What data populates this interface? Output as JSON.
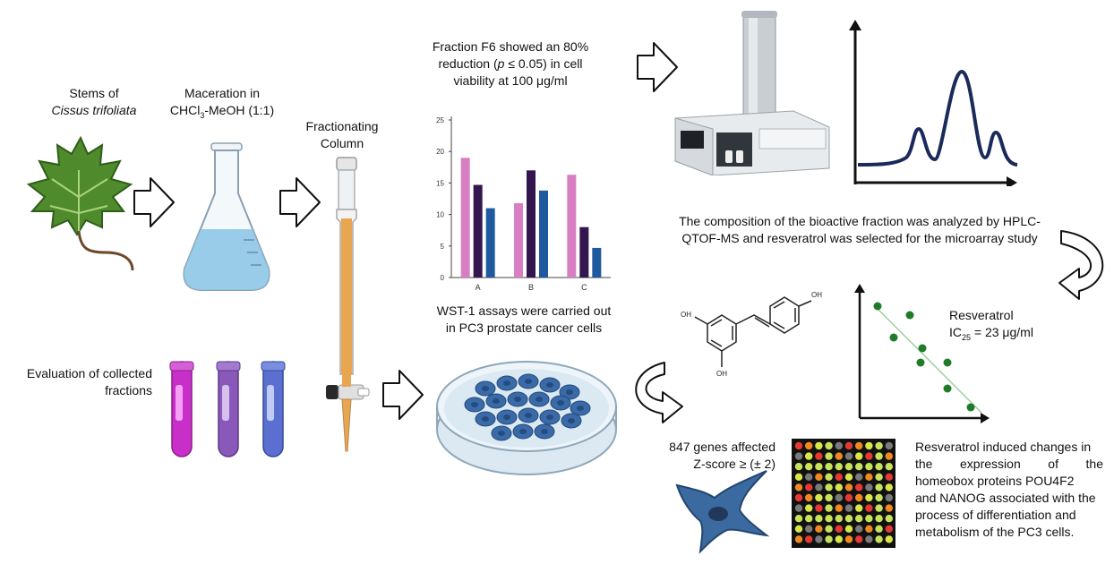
{
  "labels": {
    "stems_line1": "Stems of",
    "stems_line2": "Cissus trifoliata",
    "maceration_line1": "Maceration in",
    "maceration_pre": "CHCl",
    "maceration_sub": "3",
    "maceration_post": "-MeOH (1:1)",
    "column_line1": "Fractionating",
    "column_line2": "Column",
    "evaluation_line1": "Evaluation of collected",
    "evaluation_line2": "fractions",
    "f6_line1": "Fraction F6 showed an 80%",
    "f6_line2_pre": "reduction (",
    "f6_line2_p": "p",
    "f6_line2_post": " ≤ 0.05) in cell",
    "f6_line3": "viability at 100 μg/ml",
    "wst_line1": "WST-1 assays were carried out",
    "wst_line2": "in PC3 prostate cancer cells",
    "hplc_line1": "The composition of the bioactive fraction was analyzed by HPLC-",
    "hplc_line2": "QTOF-MS and resveratrol was selected for the microarray study",
    "resv_name": "Resveratrol",
    "resv_ic_pre": "IC",
    "resv_ic_sub": "25",
    "resv_ic_post": " = 23 μg/ml",
    "genes_line1": "847 genes affected",
    "genes_line2": "Z-score ≥ (± 2)",
    "conclusion_lines": [
      "Resveratrol induced changes in",
      "the expression of the",
      "homeobox proteins POU4F2",
      "and NANOG associated with the",
      "process of differentiation and",
      "metabolism of the PC3 cells."
    ],
    "oh": "OH"
  },
  "chart_data": {
    "type": "bar",
    "categories": [
      "A",
      "B",
      "C"
    ],
    "series": [
      {
        "values": [
          19,
          11.8,
          16.3
        ],
        "color": "#d87fc4"
      },
      {
        "values": [
          14.7,
          17,
          8
        ],
        "color": "#33164f"
      },
      {
        "values": [
          11,
          13.8,
          4.7
        ],
        "color": "#1f5a9e"
      }
    ],
    "yticks": [
      0,
      5,
      10,
      15,
      20,
      25
    ],
    "ylim": [
      0,
      25
    ]
  },
  "colors": {
    "flask_liquid": "#8fc6e6",
    "column_fill": "#e8a650",
    "tube_colors": [
      "#c82fc8",
      "#8a58b8",
      "#5b6fd0"
    ],
    "petri_cell": "#3a6aa8",
    "hplc_line": "#1a2a5a",
    "scatter_point": "#1f7a2a",
    "scatter_line": "#9ad09a",
    "microarray": [
      "#e53935",
      "#d8e64a",
      "#7a7a7a",
      "#f08a20",
      "#c9e25c"
    ]
  },
  "icons": [
    "leaf-icon",
    "flask-icon",
    "column-icon",
    "test-tube-icon",
    "petri-dish-icon",
    "hplc-instrument-icon",
    "cancer-cell-icon",
    "microarray-icon",
    "resveratrol-structure-icon"
  ]
}
